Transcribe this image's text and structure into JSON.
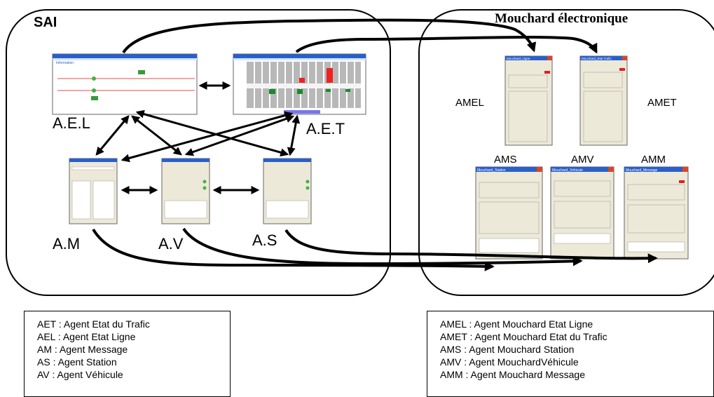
{
  "sai": {
    "title": "SAI"
  },
  "mouchard": {
    "title": "Mouchard électronique"
  },
  "agents": {
    "ael": "A.E.L",
    "aet": "A.E.T",
    "am": "A.M",
    "av": "A.V",
    "as": "A.S"
  },
  "mouchard_agents": {
    "amel": "AMEL",
    "amet": "AMET",
    "ams": "AMS",
    "amv": "AMV",
    "amm": "AMM"
  },
  "windows": {
    "ael_title": "Information",
    "amel_title": "Mouchard_Ligne",
    "amet_title": "Mouchard_Etat Trafic",
    "ams_title": "Mouchard_Station",
    "amv_title": "Mouchard_Vehicule",
    "amm_title": "Mouchard_Message"
  },
  "legend_left": [
    "AET : Agent Etat du Trafic",
    "AEL : Agent Etat Ligne",
    "AM : Agent Message",
    "AS : Agent Station",
    "AV : Agent Véhicule"
  ],
  "legend_right": [
    "AMEL : Agent Mouchard Etat Ligne",
    "AMET : Agent Mouchard Etat du Trafic",
    "AMS : Agent Mouchard Station",
    "AMV : Agent MouchardVéhicule",
    "AMM : Agent Mouchard Message"
  ],
  "colors": {
    "title_bar": "#2a5fc8",
    "window_bg": "#ece9d8",
    "close": "#d9452b"
  }
}
